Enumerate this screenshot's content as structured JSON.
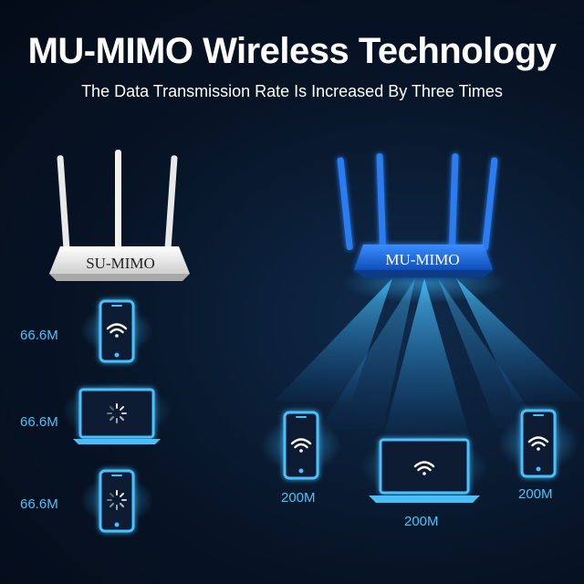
{
  "header": {
    "title": "MU-MIMO Wireless Technology",
    "subtitle": "The Data Transmission Rate Is Increased By Three Times"
  },
  "left_router": {
    "label": "SU-MIMO",
    "devices": [
      {
        "rate": "66.6M",
        "kind": "phone",
        "state": "wifi"
      },
      {
        "rate": "66.6M",
        "kind": "laptop",
        "state": "loading"
      },
      {
        "rate": "66.6M",
        "kind": "phone",
        "state": "loading"
      }
    ]
  },
  "right_router": {
    "label": "MU-MIMO",
    "devices": [
      {
        "rate": "200M",
        "kind": "phone",
        "state": "wifi"
      },
      {
        "rate": "200M",
        "kind": "laptop",
        "state": "wifi"
      },
      {
        "rate": "200M",
        "kind": "phone",
        "state": "wifi"
      }
    ]
  },
  "colors": {
    "accent": "#4cc3ff",
    "glow": "#2fb6ff",
    "router_left": "#f2f2f2",
    "router_right": "#1e6fe0"
  }
}
